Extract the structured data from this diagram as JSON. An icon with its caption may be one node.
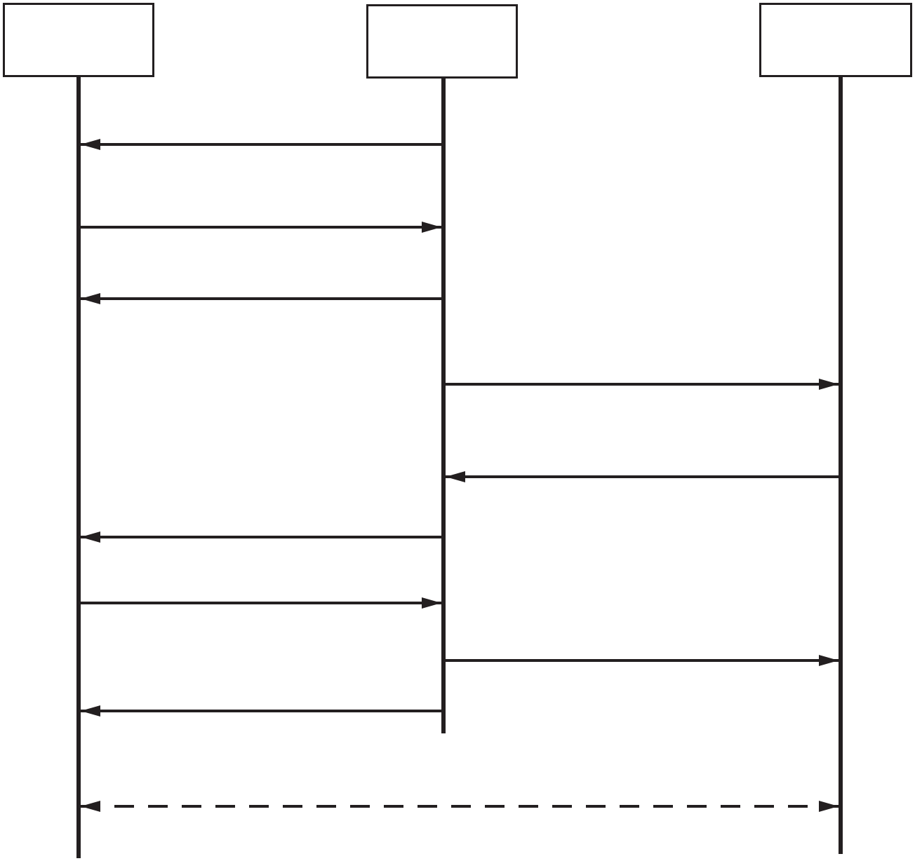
{
  "diagram": {
    "nodes": [
      {
        "text": [],
        "shape": "box"
      },
      {
        "text": [],
        "shape": "box"
      },
      {
        "text": [],
        "shape": "box"
      }
    ],
    "edges": [
      {
        "from": 1,
        "to": 0,
        "arrow": "to"
      },
      {
        "from": 0,
        "to": 1,
        "arrow": "to"
      },
      {
        "from": 1,
        "to": 0,
        "arrow": "to"
      },
      {
        "from": 1,
        "to": 2,
        "arrow": "to"
      },
      {
        "from": 2,
        "to": 1,
        "arrow": "to"
      },
      {
        "from": 1,
        "to": 0,
        "arrow": "to"
      },
      {
        "from": 0,
        "to": 1,
        "arrow": "to"
      },
      {
        "from": 1,
        "to": 2,
        "arrow": "to"
      },
      {
        "from": 1,
        "to": 0,
        "arrow": "to"
      },
      {
        "from": 0,
        "to": 2,
        "arrow": "both",
        "style": "dashed"
      }
    ]
  }
}
